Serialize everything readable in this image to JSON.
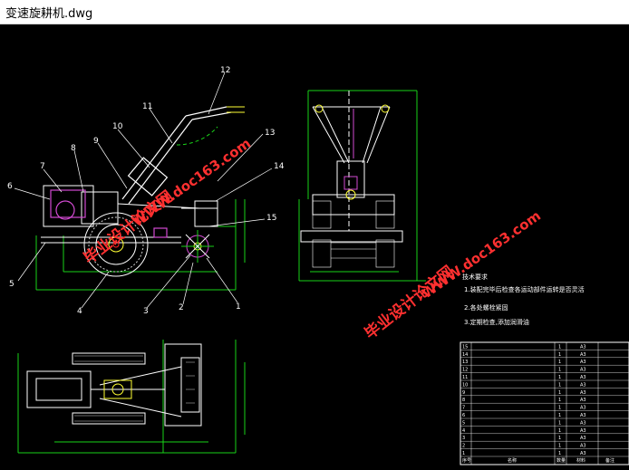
{
  "window": {
    "title": "变速旋耕机.dwg"
  },
  "part_labels": [
    "1",
    "2",
    "3",
    "4",
    "5",
    "6",
    "7",
    "8",
    "9",
    "10",
    "11",
    "12",
    "13",
    "14",
    "15"
  ],
  "watermarks": {
    "site": "WWW.doc163.com",
    "brand": "毕业设计论文网"
  },
  "tech_requirements": {
    "title": "技术要求",
    "items": [
      "1.装配完毕后检查各运动部件运转是否灵活",
      "2.各处螺栓紧固",
      "3.定期检查,添加润滑油"
    ]
  },
  "bom_table": {
    "row_numbers": [
      "15",
      "14",
      "13",
      "12",
      "11",
      "10",
      "9",
      "8",
      "7",
      "6",
      "5",
      "4",
      "3",
      "2",
      "1"
    ],
    "material": "A3",
    "quantity": "1",
    "header": [
      "序号",
      "名称",
      "数量",
      "材料",
      "备注"
    ]
  },
  "colors": {
    "window_bg": "#ffffff",
    "canvas_bg": "#000000",
    "line_white": "#ffffff",
    "line_green": "#19d219",
    "line_magenta": "#d24ad2",
    "line_yellow": "#ffff33",
    "line_red": "#ff2020",
    "watermark": "#ff3030"
  }
}
